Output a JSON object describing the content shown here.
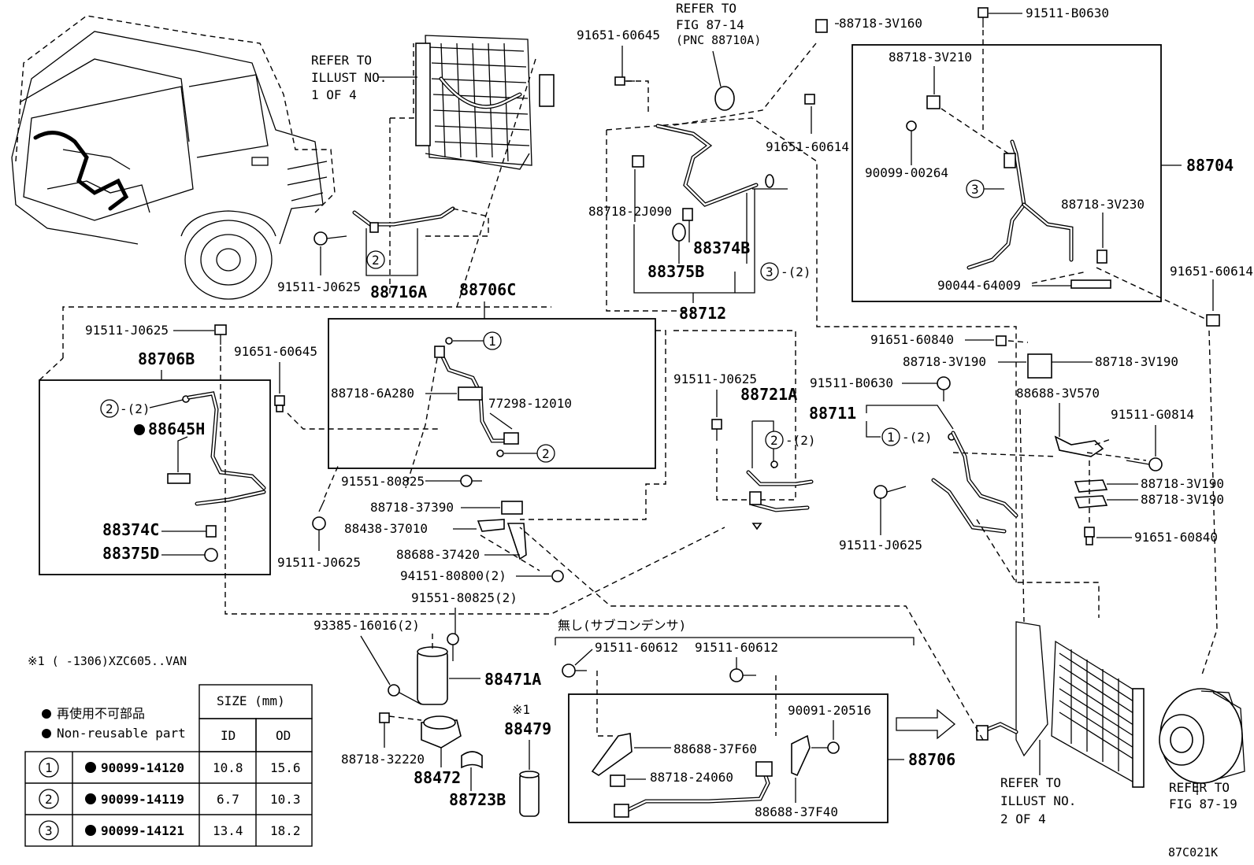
{
  "labels": {
    "p91651_60645_top": "91651-60645",
    "refer_fig_87_14": "REFER TO",
    "refer_fig_87_14_b": "FIG 87-14",
    "refer_fig_87_14_c": "(PNC 88710A)",
    "p88718_3V160": "88718-3V160",
    "p91511_B0630_top": "91511-B0630",
    "refer_illust_1": "REFER TO",
    "refer_illust_1_b": "ILLUST NO.",
    "refer_illust_1_c": "1 OF 4",
    "p88718_3V210": "88718-3V210",
    "p88704": "88704",
    "p90099_00264": "90099-00264",
    "p91651_60614_a": "91651-60614",
    "p88718_2J090": "88718-2J090",
    "p88374B": "88374B",
    "p88375B": "88375B",
    "p88718_3V230": "88718-3V230",
    "p90044_64009": "90044-64009",
    "p91651_60614_b": "91651-60614",
    "p88712": "88712",
    "p91511_J0625_a": "91511-J0625",
    "p88716A": "88716A",
    "p88706C": "88706C",
    "p91511_J0625_b": "91511-J0625",
    "p88706B": "88706B",
    "p91651_60645_b": "91651-60645",
    "p88645H": "88645H",
    "p88718_6A280": "88718-6A280",
    "p77298_12010": "77298-12010",
    "p88374C": "88374C",
    "p88375D": "88375D",
    "p91651_60840_a": "91651-60840",
    "p88718_3V190_a": "88718-3V190",
    "p88718_3V190_b": "88718-3V190",
    "p91511_J0625_c": "91511-J0625",
    "p88721A": "88721A",
    "p91511_B0630_b": "91511-B0630",
    "p88688_3V570": "88688-3V570",
    "p88711": "88711",
    "p91511_G0814": "91511-G0814",
    "p91551_80825": "91551-80825",
    "p88718_37390": "88718-37390",
    "p88438_37010": "88438-37010",
    "p88688_37420": "88688-37420",
    "p94151_80800": "94151-80800(2)",
    "p91511_J0625_d": "91511-J0625",
    "p88718_3V190_c": "88718-3V190",
    "p88718_3V190_d": "88718-3V190",
    "p91651_60840_b": "91651-60840",
    "p91511_J0625_e": "91511-J0625",
    "p91551_80825_2": "91551-80825(2)",
    "p93385_16016": "93385-16016(2)",
    "note_1": "※1 (     -1306)XZC605..VAN",
    "p88471A": "88471A",
    "nashi": "無し(サブコンデンサ)",
    "p91511_60612_a": "91511-60612",
    "p91511_60612_b": "91511-60612",
    "p90091_20516": "90091-20516",
    "note_ref": "※1",
    "p88479": "88479",
    "p88688_37F60": "88688-37F60",
    "p88706": "88706",
    "p88718_24060": "88718-24060",
    "p88688_37F40": "88688-37F40",
    "p88718_32220": "88718-32220",
    "p88472": "88472",
    "p88723B": "88723B",
    "refer_illust_2": "REFER TO",
    "refer_illust_2_b": "ILLUST NO.",
    "refer_illust_2_c": "2 OF 4",
    "refer_fig_87_19": "REFER TO",
    "refer_fig_87_19_b": "FIG 87-19",
    "figure_code": "87C021K",
    "q2": "-(2)"
  },
  "callouts": {
    "c1": "1",
    "c2": "2",
    "c3": "3"
  },
  "legend": {
    "nonreusable_jp": "再使用不可部品",
    "nonreusable_en": "Non-reusable part",
    "size_header": "SIZE (mm)",
    "col_id": "ID",
    "col_od": "OD",
    "rows": [
      {
        "ref": "1",
        "part": "90099-14120",
        "id": "10.8",
        "od": "15.6"
      },
      {
        "ref": "2",
        "part": "90099-14119",
        "id": "6.7",
        "od": "10.3"
      },
      {
        "ref": "3",
        "part": "90099-14121",
        "id": "13.4",
        "od": "18.2"
      }
    ]
  }
}
